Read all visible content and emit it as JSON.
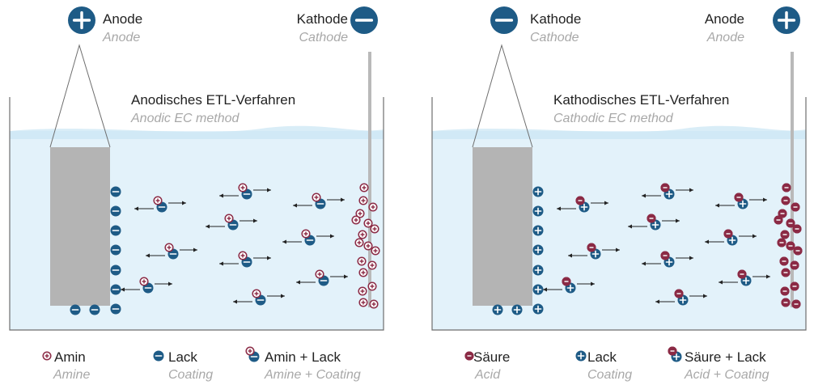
{
  "panels": [
    {
      "title": "Anodisches ETL-Verfahren",
      "title_en": "Anodic EC method",
      "left_electrode": {
        "label": "Anode",
        "sub": "Anode",
        "sign": "plus"
      },
      "right_electrode": {
        "label": "Kathode",
        "sub": "Cathode",
        "sign": "minus"
      },
      "legend": [
        {
          "label": "Amin",
          "sub": "Amine"
        },
        {
          "label": "Lack",
          "sub": "Coating"
        },
        {
          "label": "Amin + Lack",
          "sub": "Amine + Coating"
        }
      ]
    },
    {
      "title": "Kathodisches ETL-Verfahren",
      "title_en": "Cathodic EC method",
      "left_electrode": {
        "label": "Kathode",
        "sub": "Cathode",
        "sign": "minus"
      },
      "right_electrode": {
        "label": "Anode",
        "sub": "Anode",
        "sign": "plus"
      },
      "legend": [
        {
          "label": "Säure",
          "sub": "Acid"
        },
        {
          "label": "Lack",
          "sub": "Coating"
        },
        {
          "label": "Säure + Lack",
          "sub": "Acid + Coating"
        }
      ]
    }
  ],
  "colors": {
    "electrode_blue": "#1e5b86",
    "ion_red": "#8b2a45",
    "bath": "#e3f2fa",
    "bath_surface": "#c9e5f3",
    "workpiece": "#b4b4b4",
    "outline": "#6e6e6e"
  }
}
